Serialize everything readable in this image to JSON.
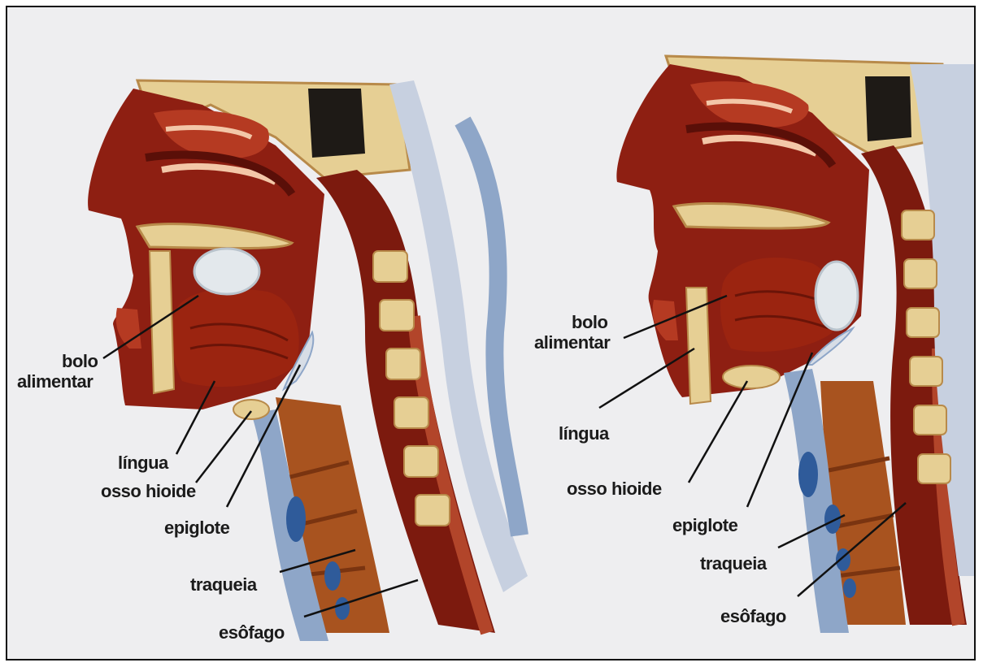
{
  "left_figure": {
    "labels": {
      "bolo_line1": "bolo",
      "bolo_line2": "alimentar",
      "lingua": "língua",
      "osso_hioide": "osso hioide",
      "epiglote": "epiglote",
      "traqueia": "traqueia",
      "esofago": "esôfago"
    }
  },
  "right_figure": {
    "labels": {
      "bolo_line1": "bolo",
      "bolo_line2": "alimentar",
      "lingua": "língua",
      "osso_hioide": "osso hioide",
      "epiglote": "epiglote",
      "traqueia": "traqueia",
      "esofago": "esôfago"
    }
  },
  "colors": {
    "background": "#eeeef0",
    "tissue": "#8e1f12",
    "tissue_dark": "#4a0c06",
    "bone": "#e6cf94",
    "cartilage": "#8ea6c8",
    "trachea": "#a8531f",
    "food_bolus": "#e3e8ec"
  }
}
